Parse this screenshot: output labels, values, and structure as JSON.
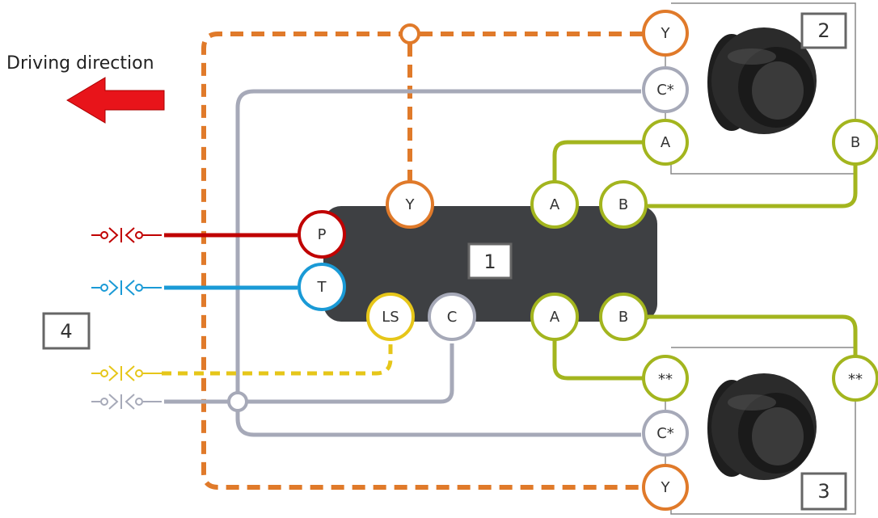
{
  "direction": {
    "label": "Driving direction"
  },
  "boxes": {
    "valve_block": "1",
    "motor_top": "2",
    "motor_bottom": "3",
    "connector_group": "4"
  },
  "ports": {
    "top_y": "Y",
    "top_c": "C*",
    "top_a": "A",
    "top_b": "B",
    "block_y": "Y",
    "block_p": "P",
    "block_t": "T",
    "block_ls": "LS",
    "block_c": "C",
    "block_a_top": "A",
    "block_b_top": "B",
    "block_a_bottom": "A",
    "block_b_bottom": "B",
    "bottom_a": "**",
    "bottom_b": "**",
    "bottom_c": "C*",
    "bottom_y": "Y"
  },
  "colors": {
    "pressure": "#c00000",
    "tank": "#1a9ad6",
    "load_sense": "#e6c619",
    "case_drain": "#a6a9b8",
    "pilot": "#e07a2a",
    "work_lines": "#a3b51e",
    "block": "#3e4043",
    "arrow": "#e8141a"
  }
}
